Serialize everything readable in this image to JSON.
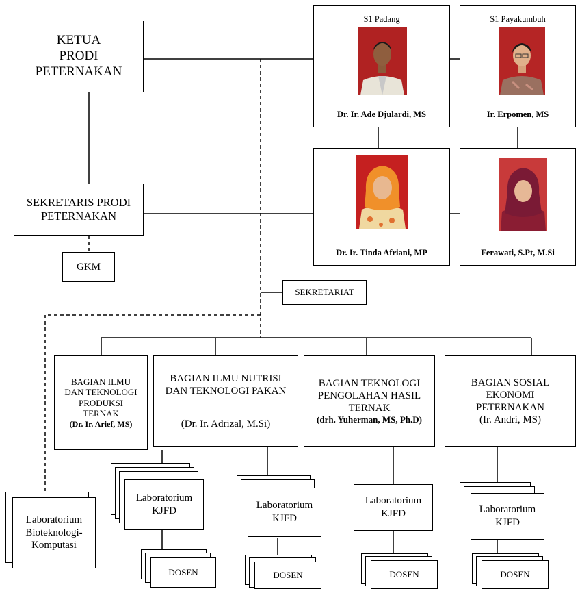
{
  "ketua": {
    "line1": "KETUA",
    "line2": "PRODI",
    "line3": "PETERNAKAN"
  },
  "sekretaris": {
    "line1": "SEKRETARIS PRODI",
    "line2": "PETERNAKAN"
  },
  "gkm": "GKM",
  "sekretariat": "SEKRETARIAT",
  "padang": {
    "campus": "S1 Padang",
    "head_name": "Dr. Ir. Ade Djulardi, MS",
    "secretary_name": "Dr. Ir. Tinda Afriani, MP"
  },
  "payakumbuh": {
    "campus": "S1 Payakumbuh",
    "head_name": "Ir. Erpomen, MS",
    "secretary_name": "Ferawati, S.Pt, M.Si"
  },
  "bagian": [
    {
      "lines": [
        "BAGIAN ILMU",
        "DAN TEKNOLOGI",
        "PRODUKSI",
        "TERNAK"
      ],
      "head": "(Dr. Ir. Arief, MS)"
    },
    {
      "lines": [
        "BAGIAN ILMU NUTRISI",
        "DAN TEKNOLOGI PAKAN"
      ],
      "head": "(Dr. Ir. Adrizal, M.Si)"
    },
    {
      "lines": [
        "BAGIAN TEKNOLOGI",
        "PENGOLAHAN HASIL",
        "TERNAK"
      ],
      "head": "(drh. Yuherman, MS, Ph.D)"
    },
    {
      "lines": [
        "BAGIAN SOSIAL",
        "EKONOMI",
        "PETERNAKAN"
      ],
      "head": "(Ir. Andri, MS)"
    }
  ],
  "lab_bio": {
    "line1": "Laboratorium",
    "line2": "Bioteknologi-",
    "line3": "Komputasi"
  },
  "lab": {
    "line1": "Laboratorium",
    "line2": "KJFD"
  },
  "dosen": "DOSEN"
}
